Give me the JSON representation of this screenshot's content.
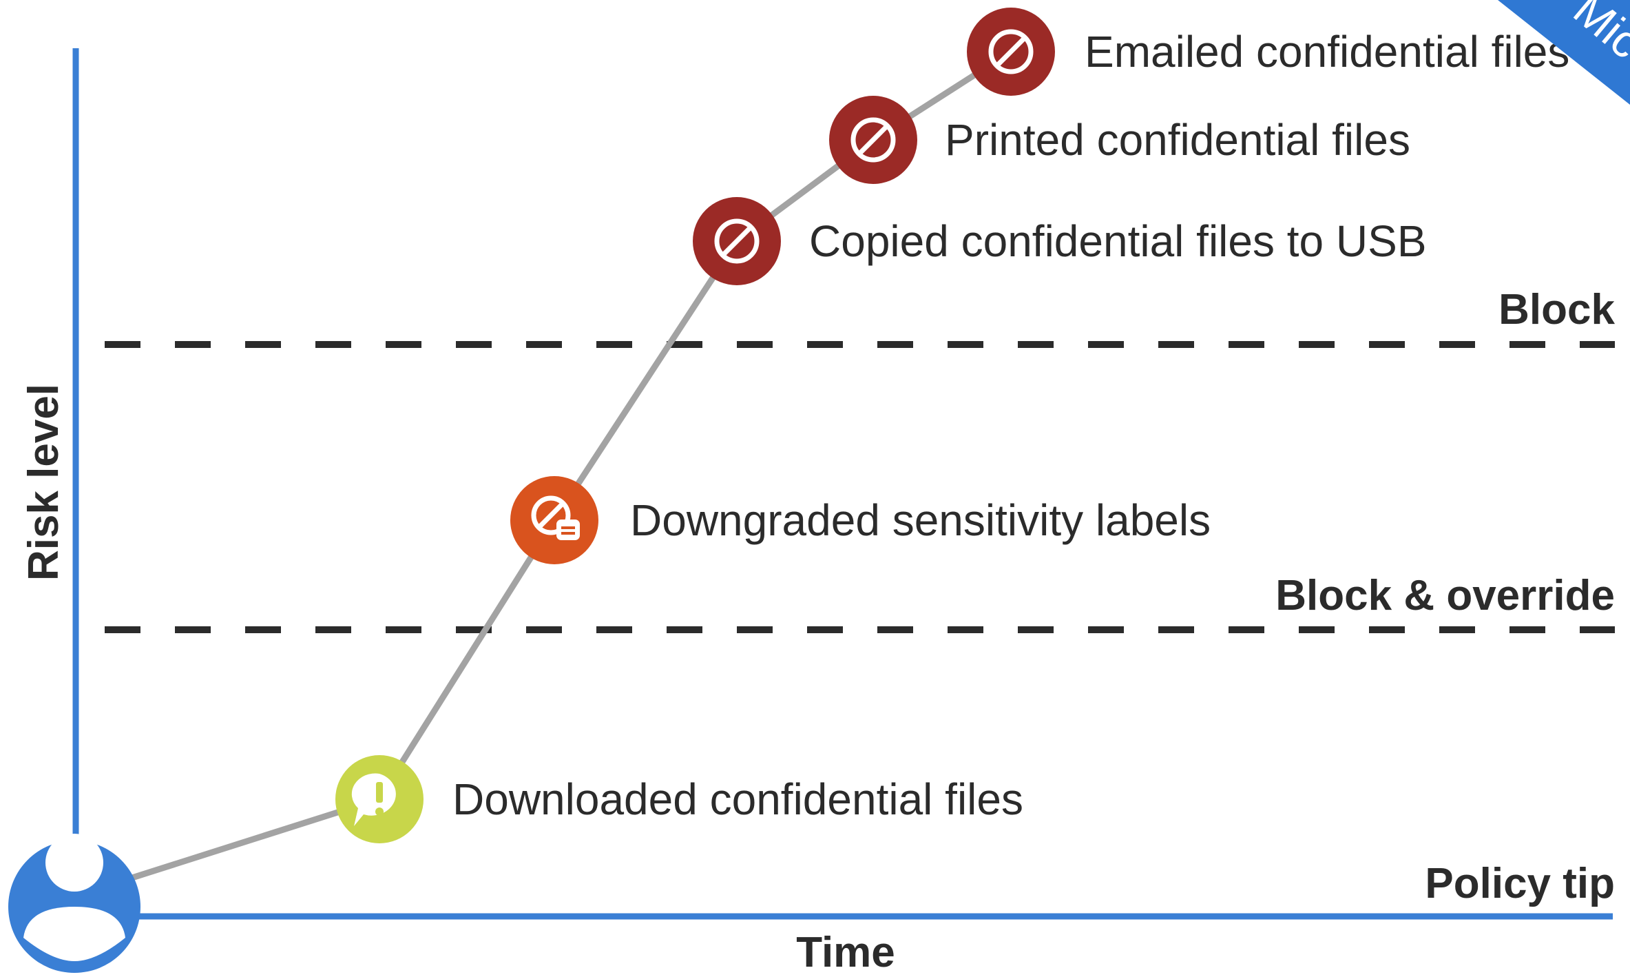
{
  "diagram": {
    "y_axis_label": "Risk level",
    "x_axis_label": "Time",
    "thresholds": [
      {
        "id": "policy-tip",
        "label": "Policy tip"
      },
      {
        "id": "block-override",
        "label": "Block & override"
      },
      {
        "id": "block",
        "label": "Block"
      }
    ],
    "events": [
      {
        "id": "downloaded",
        "label": "Downloaded confidential files",
        "icon": "policy-tip-icon",
        "color": "#c8d64a"
      },
      {
        "id": "downgraded",
        "label": "Downgraded sensitivity labels",
        "icon": "label-override-icon",
        "color": "#d9531e"
      },
      {
        "id": "copied-usb",
        "label": "Copied confidential files to USB",
        "icon": "block-icon",
        "color": "#9b2a26"
      },
      {
        "id": "printed",
        "label": "Printed confidential files",
        "icon": "block-icon",
        "color": "#9b2a26"
      },
      {
        "id": "emailed",
        "label": "Emailed confidential files",
        "icon": "block-icon",
        "color": "#9b2a26"
      }
    ],
    "user_icon": "user-avatar-icon",
    "corner_ribbon_text": "Mic",
    "colors": {
      "axis": "#3a7fd5",
      "path_line": "#a3a3a3",
      "threshold_line": "#2b2b2b",
      "user": "#3a7fd5",
      "ribbon": "#2f78d3"
    }
  }
}
